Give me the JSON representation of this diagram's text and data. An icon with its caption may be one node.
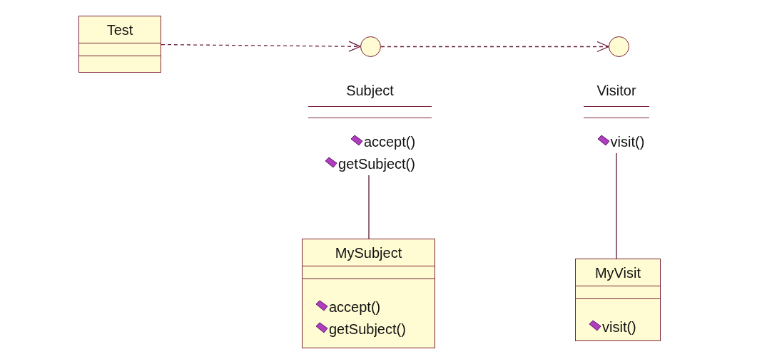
{
  "diagram": {
    "nodes": [
      {
        "text": [
          "Test"
        ]
      },
      {
        "text": [],
        "shape": "circle"
      },
      {
        "text": [],
        "shape": "circle"
      },
      {
        "text": [
          "Subject",
          "accept()",
          "getSubject()"
        ]
      },
      {
        "text": [
          "Visitor",
          "visit()"
        ]
      },
      {
        "text": [
          "MySubject",
          "accept()",
          "getSubject()"
        ]
      },
      {
        "text": [
          "MyVisit",
          "visit()"
        ]
      }
    ],
    "edges": [
      {
        "from": 0,
        "to": 1,
        "arrow": "to",
        "style": "dashed"
      },
      {
        "from": 1,
        "to": 2,
        "arrow": "to",
        "style": "dashed"
      },
      {
        "from": 5,
        "to": 3,
        "arrow": "none"
      },
      {
        "from": 6,
        "to": 4,
        "arrow": "none"
      }
    ]
  }
}
